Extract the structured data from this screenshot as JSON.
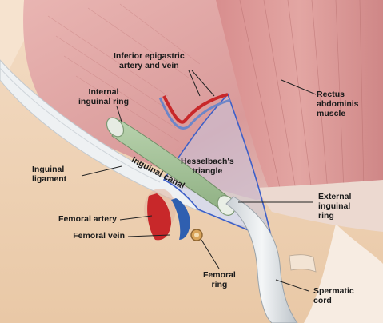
{
  "labels": {
    "inferior_epigastric": "Inferior epigastric\nartery and vein",
    "rectus_abdominis": "Rectus\nabdominis\nmuscle",
    "internal_ring": "Internal\ninguinal ring",
    "hesselbach": "Hesselbach's\ntriangle",
    "inguinal_canal": "Inguinal canal",
    "inguinal_ligament": "Inguinal\nligament",
    "external_ring": "External\ninguinal\nring",
    "femoral_artery": "Femoral artery",
    "femoral_vein": "Femoral vein",
    "femoral_ring": "Femoral\nring",
    "spermatic_cord": "Spermatic\ncord"
  },
  "colors": {
    "muscle": "#d99a9a",
    "skin": "#f0d4b8",
    "ligament": "#e8ecee",
    "canal": "#9fbf95",
    "artery": "#c8282a",
    "vein": "#2f5fb0",
    "outline": "#3d5fc8"
  }
}
